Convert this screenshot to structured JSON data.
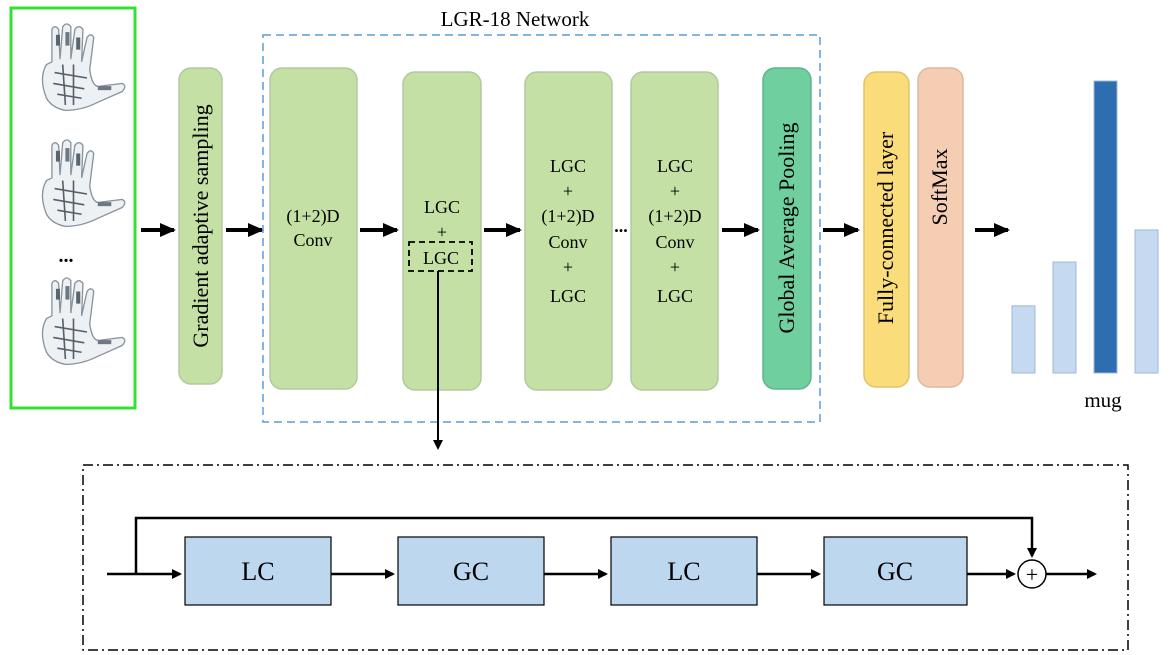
{
  "network_title": "LGR-18 Network",
  "input": {
    "ellipsis": "..."
  },
  "blocks": {
    "gradient_sampling": "Gradient adaptive sampling",
    "conv1_line1": "(1+2)D",
    "conv1_line2": "Conv",
    "lgc_block": {
      "line1": "LGC",
      "line2": "+",
      "line3": "LGC"
    },
    "lgc_conv_block": {
      "line1": "LGC",
      "line2": "+",
      "line3": "(1+2)D",
      "line4": "Conv",
      "line5": "+",
      "line6": "LGC"
    },
    "mid_ellipsis": "...",
    "global_pooling": "Global Average Pooling",
    "fully_connected": "Fully-connected layer",
    "softmax": "SoftMax"
  },
  "output": {
    "label": "mug",
    "bars": [
      0.23,
      0.38,
      1.0,
      0.49
    ],
    "bar_colors": [
      "#c5d9f0",
      "#c5d9f0",
      "#2e6db0",
      "#c5d9f0"
    ]
  },
  "detail": {
    "units": [
      "LC",
      "GC",
      "LC",
      "GC"
    ],
    "sum_symbol": "+"
  },
  "colors": {
    "input_border": "#33e033",
    "network_border": "#5b9bd5",
    "green_fill": "#c5e0a5",
    "teal_fill": "#6fcf9f",
    "yellow_fill": "#fbdc7a",
    "salmon_fill": "#f5cdb3",
    "blue_unit_fill": "#bdd7ee"
  }
}
